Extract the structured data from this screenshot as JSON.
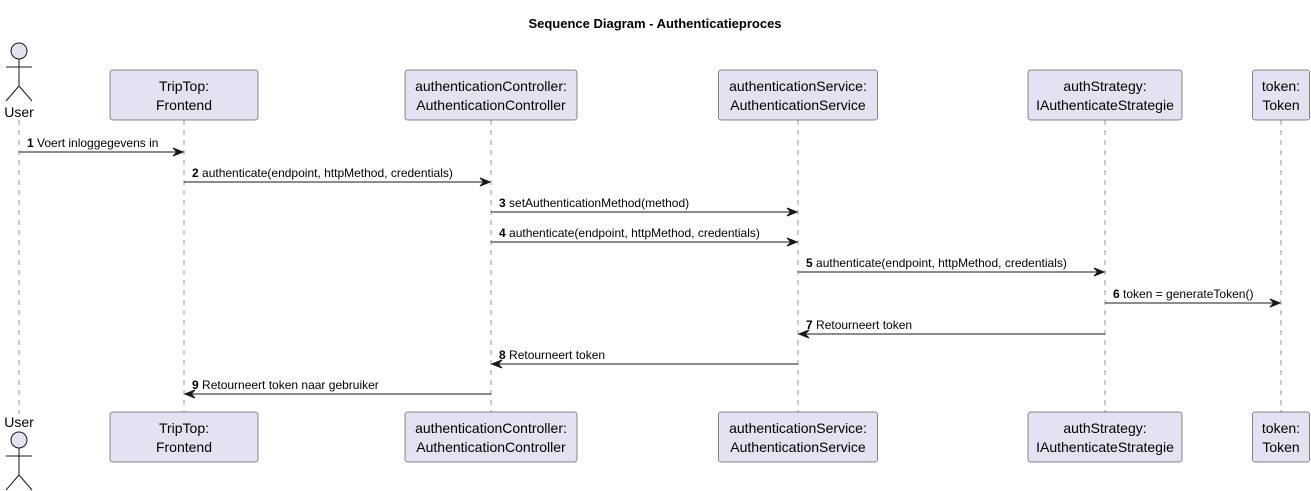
{
  "title": "Sequence Diagram - Authenticatieproces",
  "colors": {
    "participant_fill": "#e2e2f0",
    "participant_border": "#181818",
    "lifeline": "#999999",
    "arrow": "#181818"
  },
  "actor": {
    "name": "User"
  },
  "participants": [
    {
      "id": "frontend",
      "line1": "TripTop:",
      "line2": "Frontend"
    },
    {
      "id": "controller",
      "line1": "authenticationController:",
      "line2": "AuthenticationController"
    },
    {
      "id": "service",
      "line1": "authenticationService:",
      "line2": "AuthenticationService"
    },
    {
      "id": "strategy",
      "line1": "authStrategy:",
      "line2": "IAuthenticateStrategie"
    },
    {
      "id": "token",
      "line1": "token:",
      "line2": "Token"
    }
  ],
  "messages": [
    {
      "num": "1",
      "text": "Voert inloggegevens in",
      "from": "user",
      "to": "frontend"
    },
    {
      "num": "2",
      "text": "authenticate(endpoint, httpMethod, credentials)",
      "from": "frontend",
      "to": "controller"
    },
    {
      "num": "3",
      "text": "setAuthenticationMethod(method)",
      "from": "controller",
      "to": "service"
    },
    {
      "num": "4",
      "text": "authenticate(endpoint, httpMethod, credentials)",
      "from": "controller",
      "to": "service"
    },
    {
      "num": "5",
      "text": "authenticate(endpoint, httpMethod, credentials)",
      "from": "service",
      "to": "strategy"
    },
    {
      "num": "6",
      "text": "token = generateToken()",
      "from": "strategy",
      "to": "token"
    },
    {
      "num": "7",
      "text": "Retourneert token",
      "from": "strategy",
      "to": "service"
    },
    {
      "num": "8",
      "text": "Retourneert token",
      "from": "service",
      "to": "controller"
    },
    {
      "num": "9",
      "text": "Retourneert token naar gebruiker",
      "from": "controller",
      "to": "frontend"
    }
  ]
}
